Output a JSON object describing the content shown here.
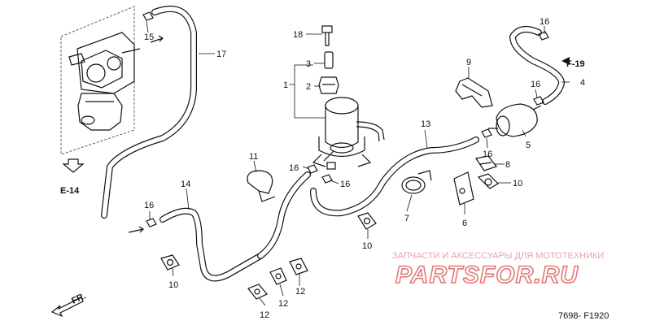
{
  "diagram": {
    "part_labels": [
      {
        "num": "1"
      },
      {
        "num": "2"
      },
      {
        "num": "3"
      },
      {
        "num": "4"
      },
      {
        "num": "5"
      },
      {
        "num": "6"
      },
      {
        "num": "7"
      },
      {
        "num": "8"
      },
      {
        "num": "9"
      },
      {
        "num": "10"
      },
      {
        "num": "10"
      },
      {
        "num": "10"
      },
      {
        "num": "11"
      },
      {
        "num": "12"
      },
      {
        "num": "12"
      },
      {
        "num": "12"
      },
      {
        "num": "13"
      },
      {
        "num": "14"
      },
      {
        "num": "15"
      },
      {
        "num": "16"
      },
      {
        "num": "16"
      },
      {
        "num": "16"
      },
      {
        "num": "16"
      },
      {
        "num": "16"
      },
      {
        "num": "16"
      },
      {
        "num": "17"
      },
      {
        "num": "18"
      }
    ],
    "refs": {
      "left": "E-14",
      "right": "F-19"
    },
    "direction_label": "FR.",
    "diagram_code": "7698-  F1920"
  },
  "watermark": {
    "caption": "ЗАПЧАСТИ И АКСЕССУАРЫ ДЛЯ МОТОТЕХНИКИ",
    "brand": "PARTSFOR.RU",
    "color": "#e07a7a"
  }
}
